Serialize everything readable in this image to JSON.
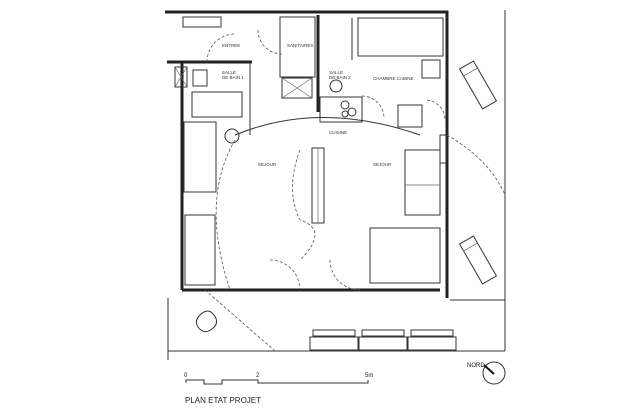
{
  "rooms": {
    "entree": "ENTREE",
    "sanitaires": "SANITAIRES",
    "salle_bain_1_line1": "SALLE",
    "salle_bain_1_line2": "DE BAIN 1",
    "salle_bain_2_line1": "SALLE",
    "salle_bain_2_line2": "DE BAIN 2",
    "chambre_cabine": "CHAMBRE CABINE",
    "cuisine": "CUISINE",
    "sejour_left": "SEJOUR",
    "sejour_right": "SEJOUR"
  },
  "scale_bar": {
    "tick_0": "0",
    "tick_2": "2",
    "tick_5": "5m"
  },
  "north": {
    "label": "NORD"
  },
  "caption": "PLAN ETAT PROJET"
}
